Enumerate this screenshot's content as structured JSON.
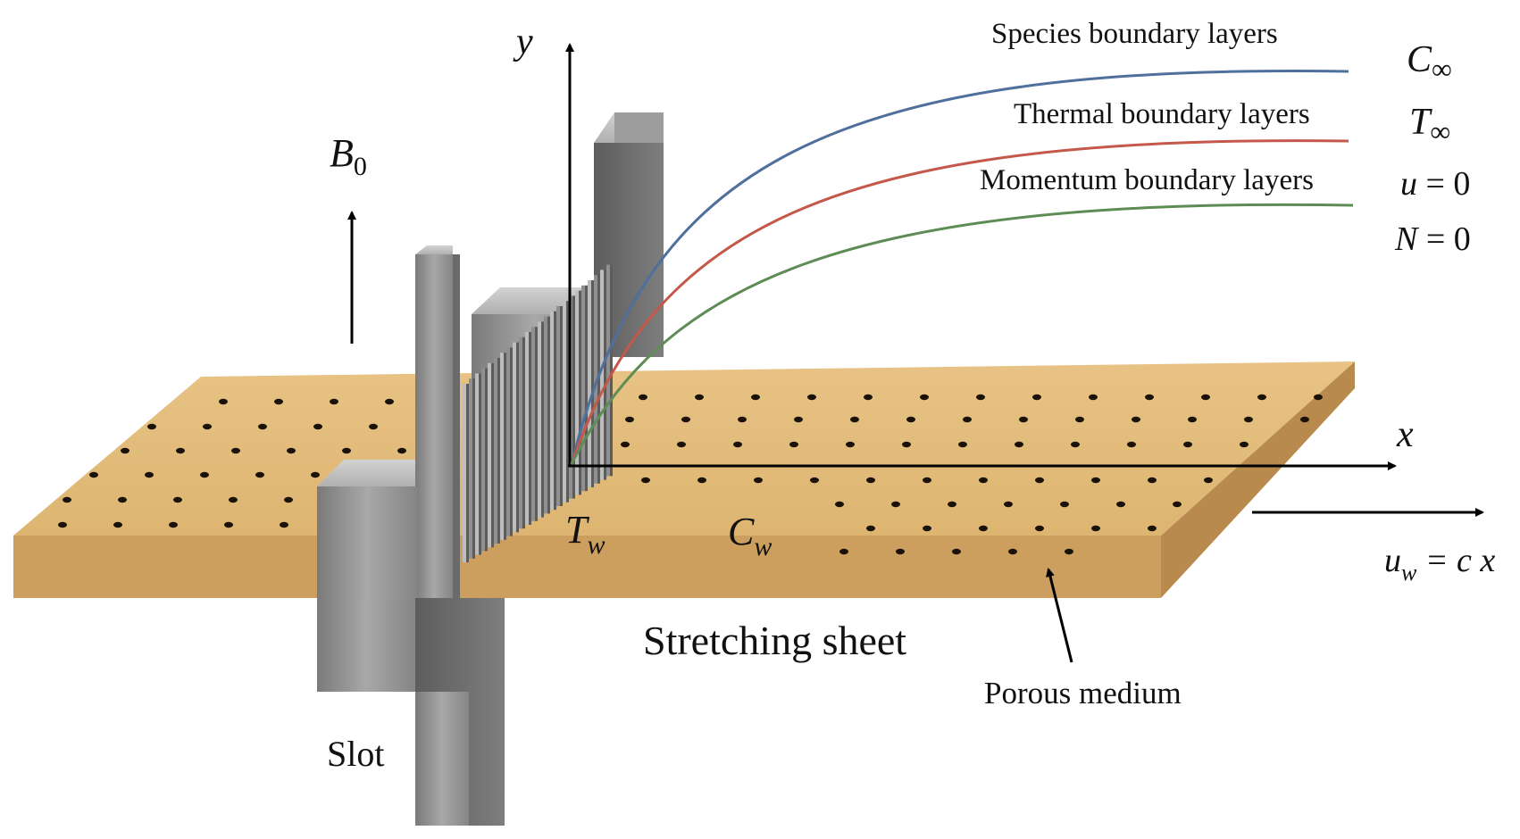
{
  "labels": {
    "y_axis": "y",
    "x_axis": "x",
    "magnetic_field": {
      "symbol": "B",
      "subscript": "0"
    },
    "species_boundary": "Species boundary layers",
    "thermal_boundary": "Thermal boundary layers",
    "momentum_boundary": "Momentum boundary layers",
    "c_infinity": {
      "symbol": "C",
      "subscript": "∞"
    },
    "t_infinity": {
      "symbol": "T",
      "subscript": "∞"
    },
    "u_condition": {
      "symbol": "u",
      "rhs": " = 0"
    },
    "n_condition": {
      "symbol": "N",
      "rhs": " = 0"
    },
    "wall_temperature": {
      "symbol": "T",
      "subscript": "w"
    },
    "wall_concentration": {
      "symbol": "C",
      "subscript": "w"
    },
    "stretching_velocity": {
      "symbol": "u",
      "subscript": "w",
      "rhs": " = c x"
    },
    "stretching_sheet": "Stretching sheet",
    "porous_medium": "Porous medium",
    "slot": "Slot"
  },
  "colors": {
    "species_curve": "#4f6f9c",
    "thermal_curve": "#c4584a",
    "momentum_curve": "#5e8c55",
    "sheet_top": "#e3bc7a",
    "sheet_front": "#cc9f5e",
    "sheet_side": "#b88a4d",
    "hole": "#1a1209",
    "metal": "#9a9a9a",
    "metal_dark": "#6f6f6f",
    "metal_light": "#c4c4c4"
  }
}
